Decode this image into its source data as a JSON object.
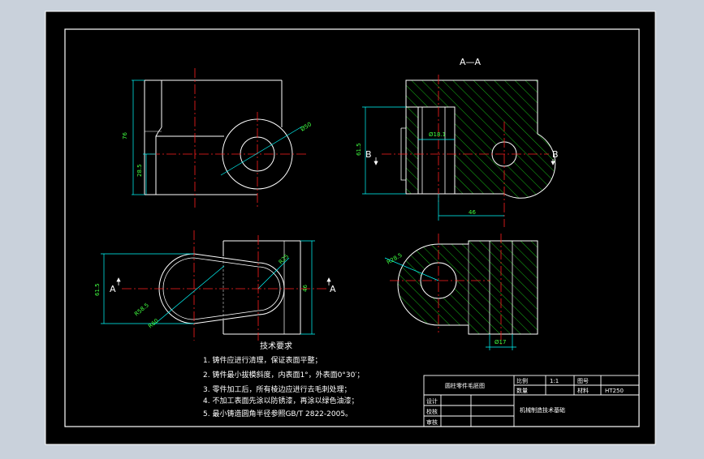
{
  "section_label": "A—A",
  "cut_labels": {
    "a_left": "A",
    "a_right": "A",
    "b_left": "B",
    "b_right": "B"
  },
  "dimensions": {
    "front_height": "76",
    "front_lower": "28.5",
    "front_circle_dia": "Ø50",
    "section_height": "61.5",
    "section_hole": "Ø18.1",
    "section_width": "46",
    "top_height_left": "61.5",
    "top_height_right": "46",
    "top_r_small": "R25",
    "top_r_big": "R58.5",
    "top_r_outer": "R60",
    "bsec_radius": "R28.5",
    "bsec_width": "Ø17"
  },
  "tech_req": {
    "title": "技术要求",
    "items": [
      "1. 铸件应进行清理，保证表面平整；",
      "2. 铸件最小拔模斜度，内表面1°，外表面0°30′；",
      "3. 零件加工后，所有棱边应进行去毛刺处理；",
      "4. 不加工表面先涂以防锈漆，再涂以绿色油漆；",
      "5. 最小铸造圆角半径参照GB/T 2822-2005。"
    ]
  },
  "title_block": {
    "part_name": "圆柱零件毛胚图",
    "scale_label": "比例",
    "scale_value": "1:1",
    "drawing_no_label": "图号",
    "qty_label": "数量",
    "material_label": "材料",
    "material_value": "HT250",
    "design_label": "设计",
    "check_label": "校核",
    "audit_label": "审核",
    "school": "机械制造技术基础"
  },
  "colors": {
    "background": "#000000",
    "frame": "#ffffff",
    "center": "#ff2020",
    "dimension": "#00ffff",
    "hatch": "#18c818",
    "text": "#ffffff",
    "dim_text": "#40ff40"
  }
}
